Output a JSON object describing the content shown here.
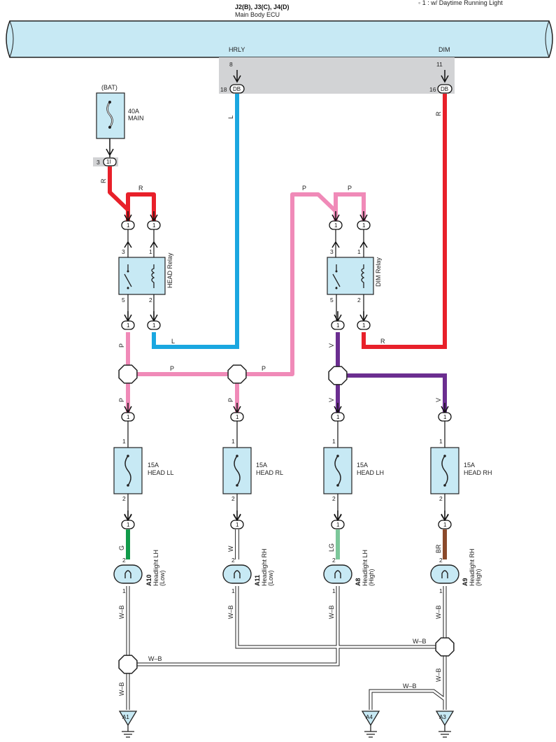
{
  "header": {
    "connectors": "J2(B), J3(C), J4(D)",
    "ecu_name": "Main Body ECU",
    "note": "◦ 1 : w/ Daytime Running Light"
  },
  "ecu": {
    "hrly_label": "HRLY",
    "dim_label": "DIM",
    "hrly_pin_top": "8",
    "hrly_pin_bottom": "18",
    "dim_pin_top": "11",
    "dim_pin_bottom": "16",
    "connector_code": "DB"
  },
  "battery": {
    "label": "(BAT)",
    "fuse_rating": "40A",
    "fuse_name": "MAIN",
    "pin": "3",
    "connector_code": "1I"
  },
  "relays": {
    "head": {
      "name": "HEAD Relay",
      "pins": [
        "3",
        "1",
        "5",
        "2"
      ]
    },
    "dim": {
      "name": "DIM Relay",
      "pins": [
        "3",
        "1",
        "5",
        "2"
      ]
    }
  },
  "connector_one": "1",
  "fuses": [
    {
      "rating": "15A",
      "name": "HEAD LL",
      "pin_in": "1",
      "pin_out": "2"
    },
    {
      "rating": "15A",
      "name": "HEAD RL",
      "pin_in": "1",
      "pin_out": "2"
    },
    {
      "rating": "15A",
      "name": "HEAD LH",
      "pin_in": "1",
      "pin_out": "2"
    },
    {
      "rating": "15A",
      "name": "HEAD RH",
      "pin_in": "1",
      "pin_out": "2"
    }
  ],
  "headlights": [
    {
      "code": "A10",
      "name": "Headlight LH",
      "sub": "(Low)",
      "pin_top": "2",
      "pin_bottom": "1",
      "wire": "G"
    },
    {
      "code": "A11",
      "name": "Headlight RH",
      "sub": "(Low)",
      "pin_top": "2",
      "pin_bottom": "1",
      "wire": "W"
    },
    {
      "code": "A8",
      "name": "Headlight LH",
      "sub": "(High)",
      "pin_top": "2",
      "pin_bottom": "1",
      "wire": "LG"
    },
    {
      "code": "A9",
      "name": "Headlight RH",
      "sub": "(High)",
      "pin_top": "2",
      "pin_bottom": "1",
      "wire": "BR"
    }
  ],
  "wires": {
    "L": "L",
    "R": "R",
    "P": "P",
    "V": "V",
    "WB": "W–B"
  },
  "grounds": [
    "A1",
    "A4",
    "A3"
  ],
  "colors": {
    "ecu_fill": "#c7e9f4",
    "ecu_shade": "#d2d3d5",
    "box_fill": "#c7e9f4",
    "L": "#1aa7e0",
    "R": "#e8202a",
    "P": "#f08ab8",
    "V": "#6b2e90",
    "G": "#119a4a",
    "LG": "#7cc79a",
    "BR": "#8b4a2b",
    "W": "#ffffff"
  }
}
